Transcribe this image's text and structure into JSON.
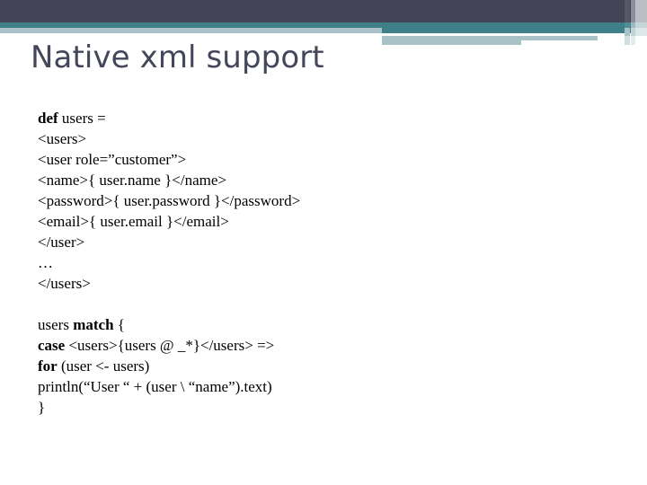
{
  "slide": {
    "title": "Native xml support",
    "theme": {
      "dark_band": "#434455",
      "teal_band": "#3f7f87",
      "light_band": "#a8c2c7",
      "title_color": "#44465a",
      "body_color": "#000000",
      "background": "#ffffff"
    }
  },
  "code_block_1": {
    "lines": [
      {
        "bold": "def",
        "rest": " users ="
      },
      {
        "bold": "",
        "rest": "<users>"
      },
      {
        "bold": "",
        "rest": "<user role=”customer”>"
      },
      {
        "bold": "",
        "rest": "<name>{ user.name }</name>"
      },
      {
        "bold": "",
        "rest": "<password>{ user.password }</password>"
      },
      {
        "bold": "",
        "rest": "<email>{ user.email }</email>"
      },
      {
        "bold": "",
        "rest": "</user>"
      },
      {
        "bold": "",
        "rest": "…"
      },
      {
        "bold": "",
        "rest": "</users>"
      }
    ]
  },
  "code_block_2": {
    "lines": [
      {
        "pre": "users ",
        "bold": "match",
        "rest": " {"
      },
      {
        "pre": "",
        "bold": "case",
        "rest": " <users>{users @ _*}</users> =>"
      },
      {
        "pre": "",
        "bold": "for",
        "rest": " (user <- users)"
      },
      {
        "pre": "",
        "bold": "",
        "rest": "println(“User “ + (user \\ “name”).text)"
      },
      {
        "pre": "",
        "bold": "",
        "rest": "}"
      }
    ]
  }
}
